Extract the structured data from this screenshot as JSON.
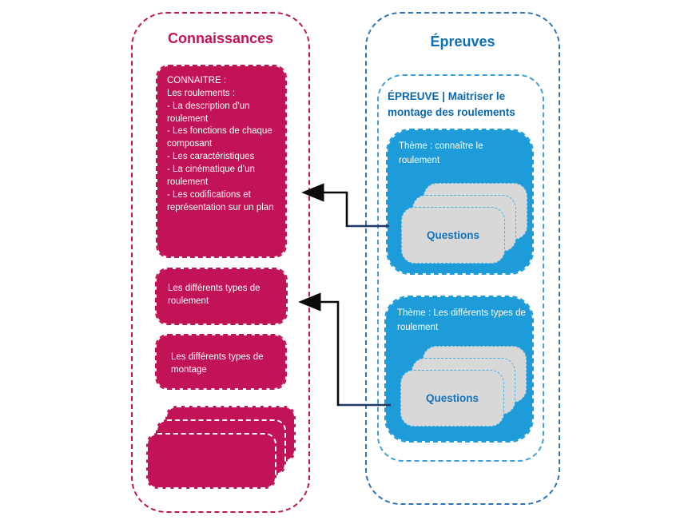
{
  "left_panel": {
    "title": "Connaissances",
    "knowledge_main": "CONNAITRE :\nLes roulements :\n- La description d’un roulement\n- Les fonctions de chaque composant\n- Les caractéristiques\n- La cinématique d’un roulement\n- Les codifications et représentation sur un plan",
    "knowledge_types_roulement": "Les différents types de roulement",
    "knowledge_types_montage": "Les différents types de montage"
  },
  "right_panel": {
    "title": "Épreuves",
    "epreuve_heading": "ÉPREUVE | Maitriser le montage des roulements",
    "theme1": {
      "title": "Thème : connaître le roulement",
      "card_label": "Questions"
    },
    "theme2": {
      "title": "Thème : Les différents types de roulement",
      "card_label": "Questions"
    }
  },
  "colors": {
    "crimson": "#C31357",
    "blue": "#1E9CD9",
    "title_blue": "#0C6FB7",
    "heading_blue": "#0A66AE",
    "questions_blue": "#1373BE",
    "card_gray": "#D8D8D8",
    "connector_black": "#0B0B0B",
    "connector_navy": "#1F3864"
  }
}
